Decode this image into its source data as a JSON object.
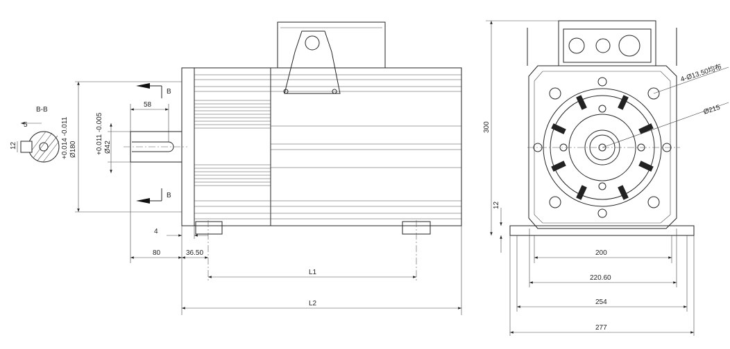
{
  "section": {
    "label": "B-B",
    "key_width": "5",
    "key_height": "12",
    "cut_mark": "B"
  },
  "side_view": {
    "flange_diameter": "Ø180",
    "flange_tolerance": "+0.014  -0.011",
    "shaft_diameter": "Ø42",
    "shaft_tolerance": "+0.011  -0.005",
    "key_length": "58",
    "flange_thickness": "4",
    "shaft_length": "80",
    "foot_offset": "36.50",
    "l1": "L1",
    "l2": "L2"
  },
  "end_view": {
    "height": "300",
    "base_thickness": "12",
    "bolt_holes": "4-Ø13.50均布",
    "bolt_circle": "Ø215",
    "dim_200": "200",
    "dim_220": "220.60",
    "dim_254": "254",
    "dim_277": "277"
  }
}
